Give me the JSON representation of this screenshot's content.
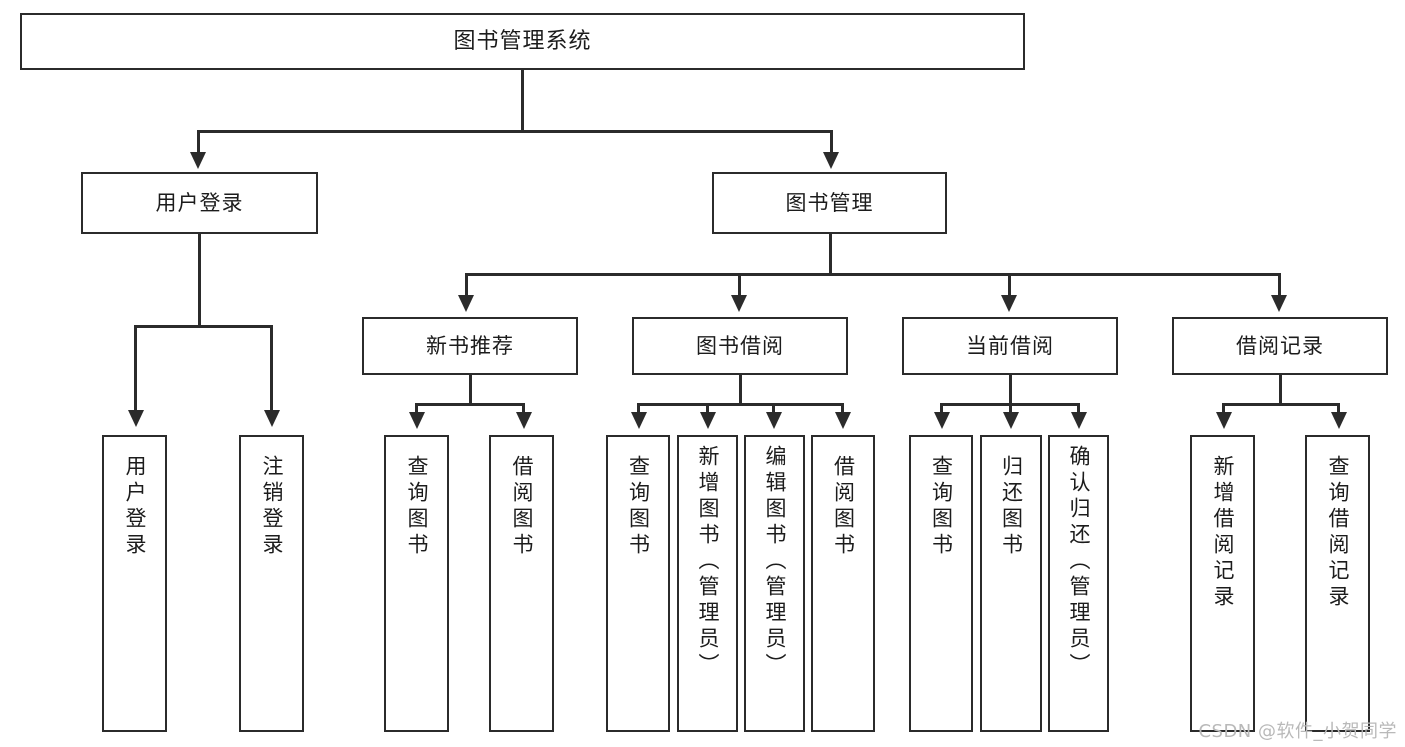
{
  "diagram": {
    "type": "tree-hierarchy-chart",
    "title": "图书管理系统",
    "orientation": "top-down",
    "colors": {
      "box_border": "#2b2b2b",
      "box_fill": "#ffffff",
      "connector": "#2b2b2b",
      "text": "#1c1c1c",
      "background": "#ffffff",
      "watermark": "#b9b9b9"
    },
    "levels": {
      "root": [
        "图书管理系统"
      ],
      "level2": [
        "用户登录",
        "图书管理"
      ],
      "level3": [
        "新书推荐",
        "图书借阅",
        "当前借阅",
        "借阅记录"
      ],
      "leaves": [
        "用户登录",
        "注销登录",
        "查询图书",
        "借阅图书",
        "查询图书",
        "新增图书（管理员）",
        "编辑图书（管理员）",
        "借阅图书",
        "查询图书",
        "归还图书",
        "确认归还（管理员）",
        "新增借阅记录",
        "查询借阅记录"
      ]
    },
    "nodes": {
      "root": {
        "label": "图书管理系统"
      },
      "user_login": {
        "label": "用户登录"
      },
      "book_manage": {
        "label": "图书管理"
      },
      "new_book_rec": {
        "label": "新书推荐"
      },
      "book_borrow": {
        "label": "图书借阅"
      },
      "current_borrow": {
        "label": "当前借阅"
      },
      "borrow_record": {
        "label": "借阅记录"
      },
      "leaf_user_login": {
        "label": "用户登录"
      },
      "leaf_user_logout": {
        "label": "注销登录"
      },
      "leaf_rec_query": {
        "label": "查询图书"
      },
      "leaf_rec_borrow": {
        "label": "借阅图书"
      },
      "leaf_borrow_query": {
        "label": "查询图书"
      },
      "leaf_borrow_add": {
        "label": "新增图书（管理员）"
      },
      "leaf_borrow_edit": {
        "label": "编辑图书（管理员）"
      },
      "leaf_borrow_lend": {
        "label": "借阅图书"
      },
      "leaf_cur_query": {
        "label": "查询图书"
      },
      "leaf_cur_return": {
        "label": "归还图书"
      },
      "leaf_cur_confirm": {
        "label": "确认归还（管理员）"
      },
      "leaf_rec_add": {
        "label": "新增借阅记录"
      },
      "leaf_rec_search": {
        "label": "查询借阅记录"
      }
    }
  },
  "watermark": {
    "text": "CSDN @软件_小贺同学"
  }
}
